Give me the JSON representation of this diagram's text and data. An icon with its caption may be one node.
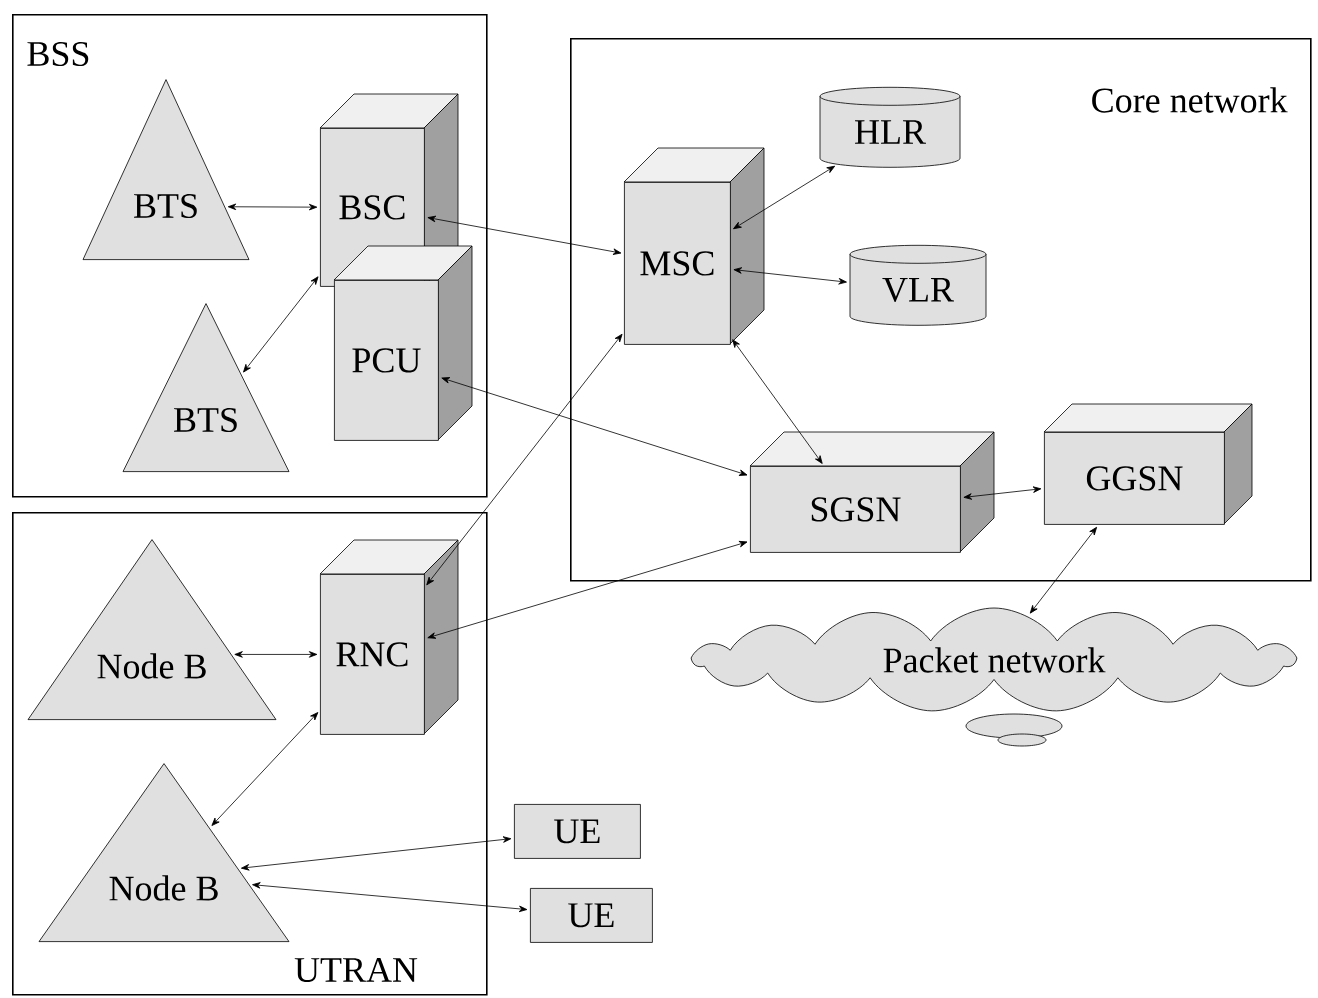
{
  "diagram": {
    "nodes": [
      {
        "text": [
          "BSS"
        ]
      },
      {
        "text": [
          "BTS"
        ],
        "in": 0
      },
      {
        "text": [
          "BSC"
        ],
        "in": 0
      },
      {
        "text": [
          "PCU"
        ],
        "in": 0
      },
      {
        "text": [
          "BTS"
        ],
        "in": 0
      },
      {
        "text": [
          "Core network"
        ]
      },
      {
        "text": [
          "MSC"
        ],
        "in": 5
      },
      {
        "text": [
          "HLR"
        ],
        "in": 5
      },
      {
        "text": [
          "VLR"
        ],
        "in": 5
      },
      {
        "text": [
          "SGSN"
        ],
        "in": 5
      },
      {
        "text": [
          "GGSN"
        ],
        "in": 5
      },
      {
        "text": [
          "UTRAN"
        ]
      },
      {
        "text": [
          "Node B"
        ],
        "in": 11
      },
      {
        "text": [
          "RNC"
        ],
        "in": 11
      },
      {
        "text": [
          "Node B"
        ],
        "in": 11
      },
      {
        "text": [
          "Packet network"
        ]
      },
      {
        "text": [
          "UE"
        ]
      },
      {
        "text": [
          "UE"
        ]
      }
    ],
    "edges": [
      {
        "from": 1,
        "to": 2,
        "arrow": "both"
      },
      {
        "from": 4,
        "to": 2,
        "arrow": "both"
      },
      {
        "from": 2,
        "to": 6,
        "arrow": "both"
      },
      {
        "from": 3,
        "to": 9,
        "arrow": "both"
      },
      {
        "from": 13,
        "to": 6,
        "arrow": "both"
      },
      {
        "from": 13,
        "to": 9,
        "arrow": "both"
      },
      {
        "from": 6,
        "to": 7,
        "arrow": "both"
      },
      {
        "from": 6,
        "to": 8,
        "arrow": "both"
      },
      {
        "from": 6,
        "to": 9,
        "arrow": "both"
      },
      {
        "from": 9,
        "to": 10,
        "arrow": "both"
      },
      {
        "from": 10,
        "to": 15,
        "arrow": "both"
      },
      {
        "from": 12,
        "to": 13,
        "arrow": "both"
      },
      {
        "from": 14,
        "to": 13,
        "arrow": "both"
      },
      {
        "from": 14,
        "to": 16,
        "arrow": "both"
      },
      {
        "from": 14,
        "to": 17,
        "arrow": "both"
      }
    ]
  }
}
